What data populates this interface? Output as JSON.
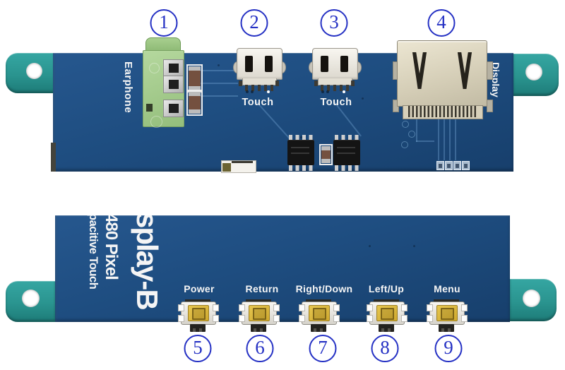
{
  "colors": {
    "pcb_blue": "#1d4d80",
    "tab_teal": "#2b9a96",
    "callout_blue": "#2531c4",
    "silkscreen_white": "#f5f5f5",
    "jack_green": "#a6cd8e",
    "button_yellow": "#d9b53a"
  },
  "top_board": {
    "callouts": [
      "1",
      "2",
      "3",
      "4"
    ],
    "earphone_label": "Earphone",
    "touch_label_1": "Touch",
    "touch_label_2": "Touch",
    "display_label": "Display"
  },
  "bottom_board": {
    "silkscreen_line_large": "splay-B",
    "silkscreen_line_medium": "480 Pixel",
    "silkscreen_line_small": "pacitive Touch",
    "buttons": [
      {
        "num": "5",
        "label": "Power"
      },
      {
        "num": "6",
        "label": "Return"
      },
      {
        "num": "7",
        "label": "Right/Down"
      },
      {
        "num": "8",
        "label": "Left/Up"
      },
      {
        "num": "9",
        "label": "Menu"
      }
    ]
  }
}
